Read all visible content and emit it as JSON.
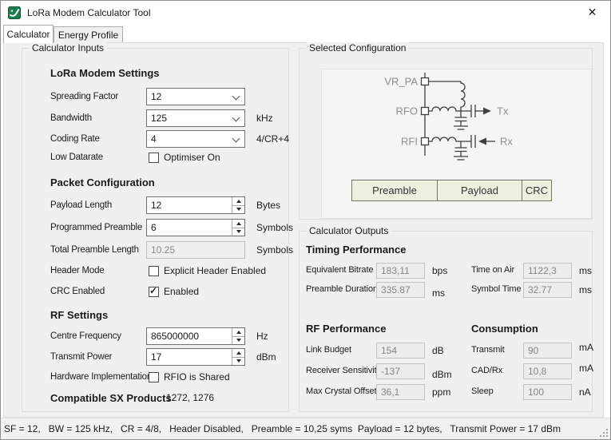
{
  "window": {
    "title": "LoRa Modem Calculator Tool",
    "close_glyph": "✕"
  },
  "tabs": {
    "calculator": "Calculator",
    "energy_profile": "Energy Profile"
  },
  "calculator_inputs": {
    "group_label": "Calculator Inputs",
    "modem_settings": {
      "heading": "LoRa Modem Settings",
      "spreading_factor": {
        "label": "Spreading Factor",
        "value": "12"
      },
      "bandwidth": {
        "label": "Bandwidth",
        "value": "125",
        "unit": "kHz"
      },
      "coding_rate": {
        "label": "Coding Rate",
        "value": "4",
        "unit": "4/CR+4"
      },
      "low_datarate": {
        "label": "Low Datarate",
        "checkbox_label": "Optimiser On",
        "checked": false
      }
    },
    "packet_configuration": {
      "heading": "Packet Configuration",
      "payload_length": {
        "label": "Payload Length",
        "value": "12",
        "unit": "Bytes"
      },
      "programmed_preamble": {
        "label": "Programmed Preamble",
        "value": "6",
        "unit": "Symbols"
      },
      "total_preamble_length": {
        "label": "Total Preamble Length",
        "value": "10.25",
        "unit": "Symbols"
      },
      "header_mode": {
        "label": "Header Mode",
        "checkbox_label": "Explicit Header Enabled",
        "checked": false
      },
      "crc_enabled": {
        "label": "CRC Enabled",
        "checkbox_label": "Enabled",
        "checked": true
      }
    },
    "rf_settings": {
      "heading": "RF Settings",
      "centre_frequency": {
        "label": "Centre Frequency",
        "value": "865000000",
        "unit": "Hz"
      },
      "transmit_power": {
        "label": "Transmit Power",
        "value": "17",
        "unit": "dBm"
      },
      "hardware_implementation": {
        "label": "Hardware Implementation",
        "checkbox_label": "RFIO is Shared",
        "checked": false
      }
    },
    "compatible_products": {
      "label": "Compatible SX Products",
      "value": "1272, 1276"
    }
  },
  "selected_configuration": {
    "group_label": "Selected Configuration",
    "diagram": {
      "vr_pa": "VR_PA",
      "rfo": "RFO",
      "rfi": "RFI",
      "tx": "Tx",
      "rx": "Rx"
    },
    "packet_bar": {
      "preamble": "Preamble",
      "payload": "Payload",
      "crc": "CRC"
    }
  },
  "calculator_outputs": {
    "group_label": "Calculator Outputs",
    "timing_performance": {
      "heading": "Timing Performance",
      "equivalent_bitrate": {
        "label": "Equivalent Bitrate",
        "value": "183,11",
        "unit": "bps"
      },
      "time_on_air": {
        "label": "Time on Air",
        "value": "1122,3",
        "unit": "ms"
      },
      "preamble_duration": {
        "label": "Preamble Duration",
        "value": "335.87",
        "unit": "ms"
      },
      "symbol_time": {
        "label": "Symbol Time",
        "value": "32.77",
        "unit": "ms"
      }
    },
    "rf_performance": {
      "heading": "RF Performance",
      "link_budget": {
        "label": "Link Budget",
        "value": "154",
        "unit": "dB"
      },
      "receiver_sensitivity": {
        "label": "Receiver Sensitivity",
        "value": "-137",
        "unit": "dBm"
      },
      "max_crystal_offset": {
        "label": "Max Crystal Offset",
        "value": "36,1",
        "unit": "ppm"
      }
    },
    "consumption": {
      "heading": "Consumption",
      "transmit": {
        "label": "Transmit",
        "value": "90",
        "unit": "mA"
      },
      "cad_rx": {
        "label": "CAD/Rx",
        "value": "10,8",
        "unit": "mA"
      },
      "sleep": {
        "label": "Sleep",
        "value": "100",
        "unit": "nA"
      }
    }
  },
  "status_bar": {
    "text": "SF = 12,   BW = 125 kHz,   CR = 4/8,   Header Disabled,   Preamble = 10,25 syms  Payload = 12 bytes,   Transmit Power = 17 dBm"
  },
  "colors": {
    "icon_green": "#1e7a50",
    "packet_bar_bg": "#ebf1de",
    "packet_bar_border": "#707a68",
    "circuit_line": "#3f3f3f",
    "circuit_label": "#8e8e8e"
  }
}
